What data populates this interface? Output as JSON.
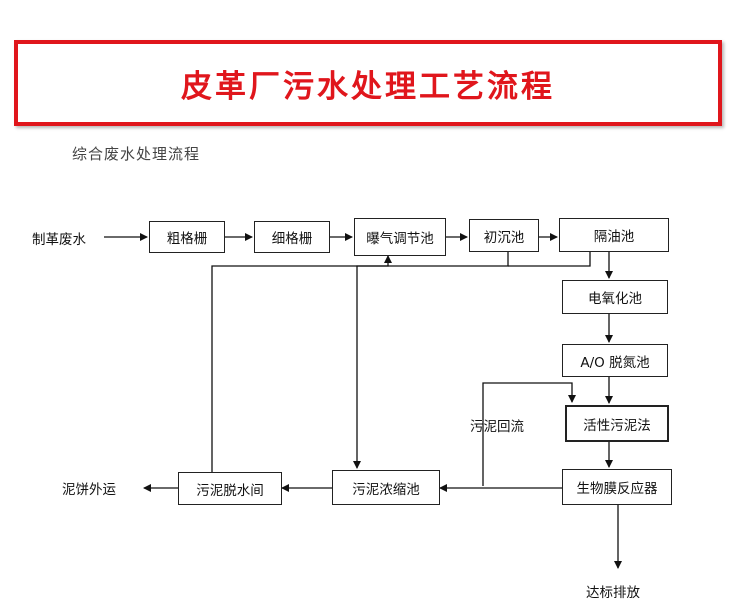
{
  "title": "皮革厂污水处理工艺流程",
  "subtitle": "综合废水处理流程",
  "colors": {
    "title_red": "#e0161c",
    "line": "#111111"
  },
  "nodes": {
    "coarse_screen": "粗格栅",
    "fine_screen": "细格栅",
    "aeration_tank": "曝气调节池",
    "primary_settling": "初沉池",
    "oil_separator": "隔油池",
    "electro_oxidation": "电氧化池",
    "ao_denitrification": "A/O 脱氮池",
    "activated_sludge": "活性污泥法",
    "biofilm_reactor": "生物膜反应器",
    "sludge_thickener": "污泥浓缩池",
    "sludge_dewatering": "污泥脱水间"
  },
  "labels": {
    "input": "制革废水",
    "sludge_return": "污泥回流",
    "sludge_out": "泥饼外运",
    "discharge": "达标排放"
  }
}
